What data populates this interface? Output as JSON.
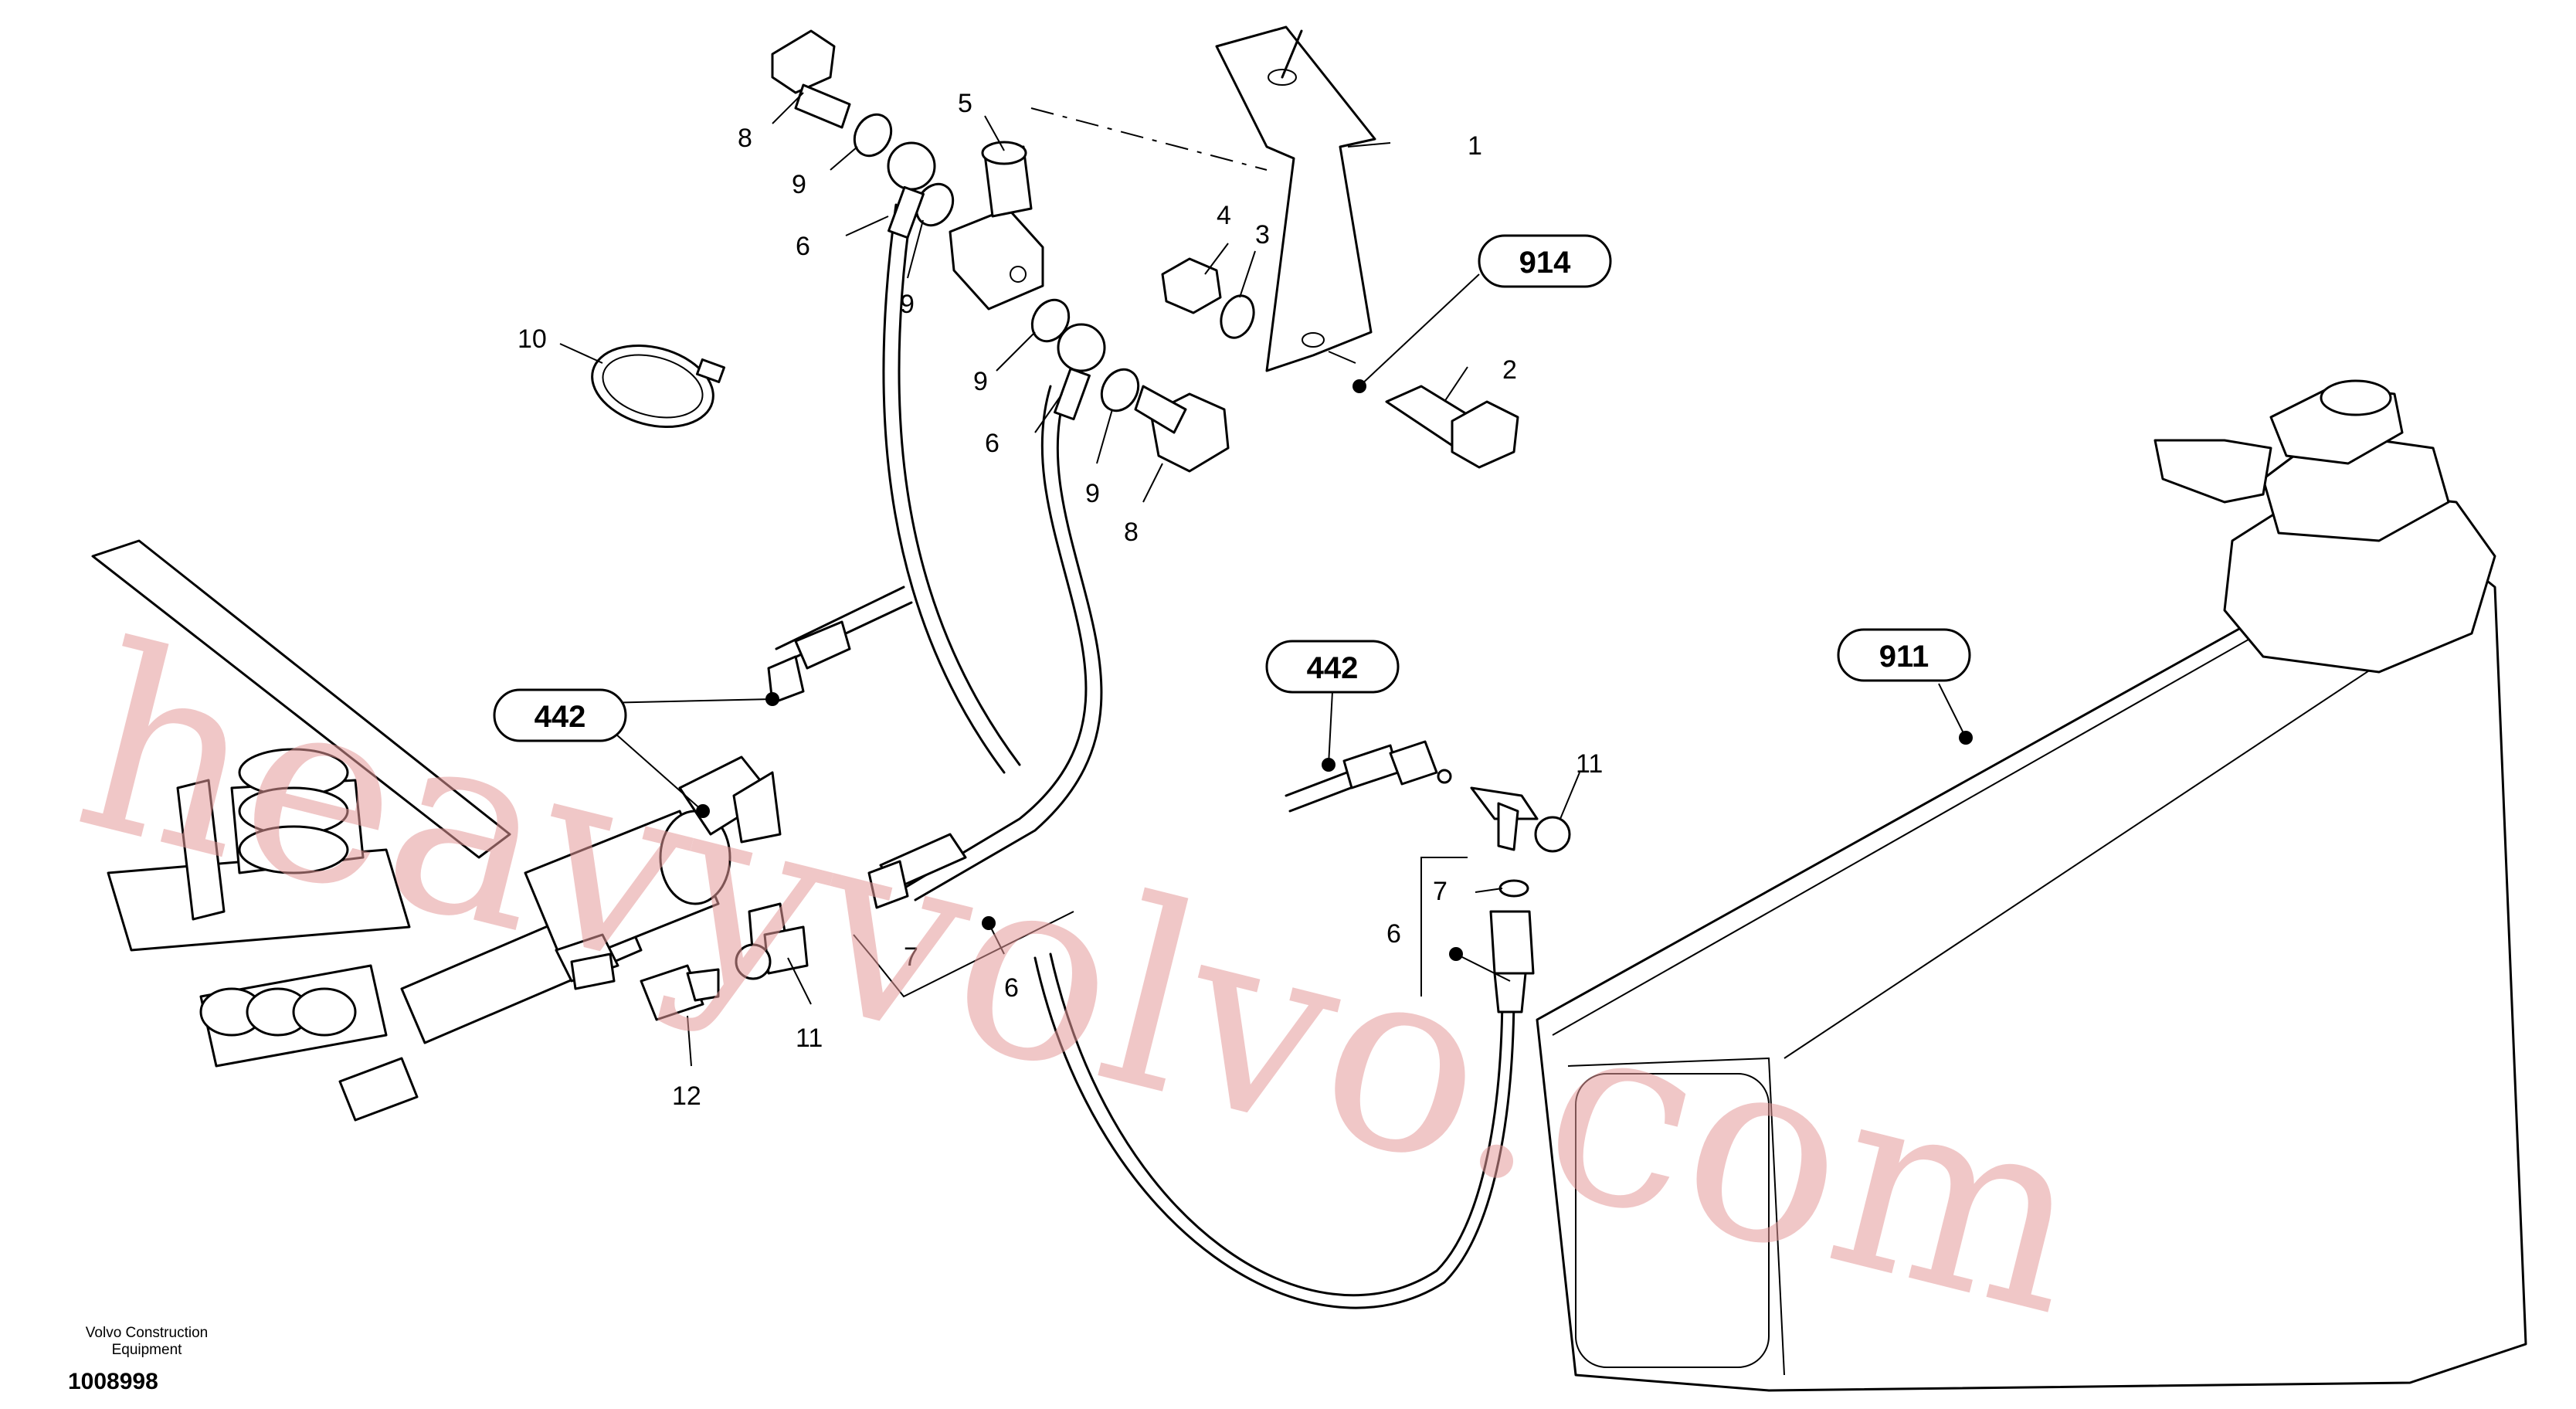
{
  "callouts": {
    "c1": "1",
    "c2": "2",
    "c3": "3",
    "c4": "4",
    "c5": "5",
    "c6a": "6",
    "c6b": "6",
    "c6c": "6",
    "c6d": "6",
    "c7a": "7",
    "c7b": "7",
    "c8a": "8",
    "c8b": "8",
    "c9a": "9",
    "c9b": "9",
    "c9c": "9",
    "c9d": "9",
    "c10": "10",
    "c11a": "11",
    "c11b": "11",
    "c12": "12"
  },
  "references": {
    "r914": "914",
    "r911": "911",
    "r442a": "442",
    "r442b": "442"
  },
  "watermark": "heavyvolvo.com",
  "brand": {
    "line1": "Volvo Construction",
    "line2": "Equipment"
  },
  "drawing_number": "1008998"
}
